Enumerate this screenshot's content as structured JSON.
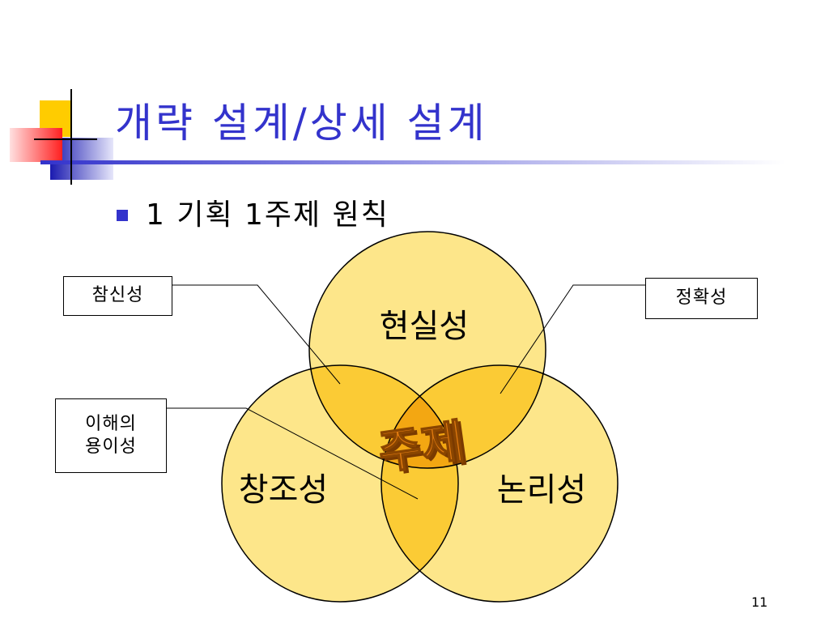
{
  "slide": {
    "title": "개략 설계/상세 설계",
    "bullet": "1 기획 1주제 원칙",
    "page_number": "11"
  },
  "venn": {
    "circles": [
      {
        "label": "현실성"
      },
      {
        "label": "창조성"
      },
      {
        "label": "논리성"
      }
    ],
    "center_label": "주제",
    "callouts": [
      {
        "label": "참신성"
      },
      {
        "label": "정확성"
      },
      {
        "label_line1": "이해의",
        "label_line2": "용이성"
      }
    ]
  },
  "colors": {
    "title": "#3333cc",
    "bullet": "#3333cc",
    "circle_fill": "#fde68a",
    "overlap_fill": "#fbcb35",
    "center_fill": "#f3a712",
    "center_text": "#e07a10"
  }
}
